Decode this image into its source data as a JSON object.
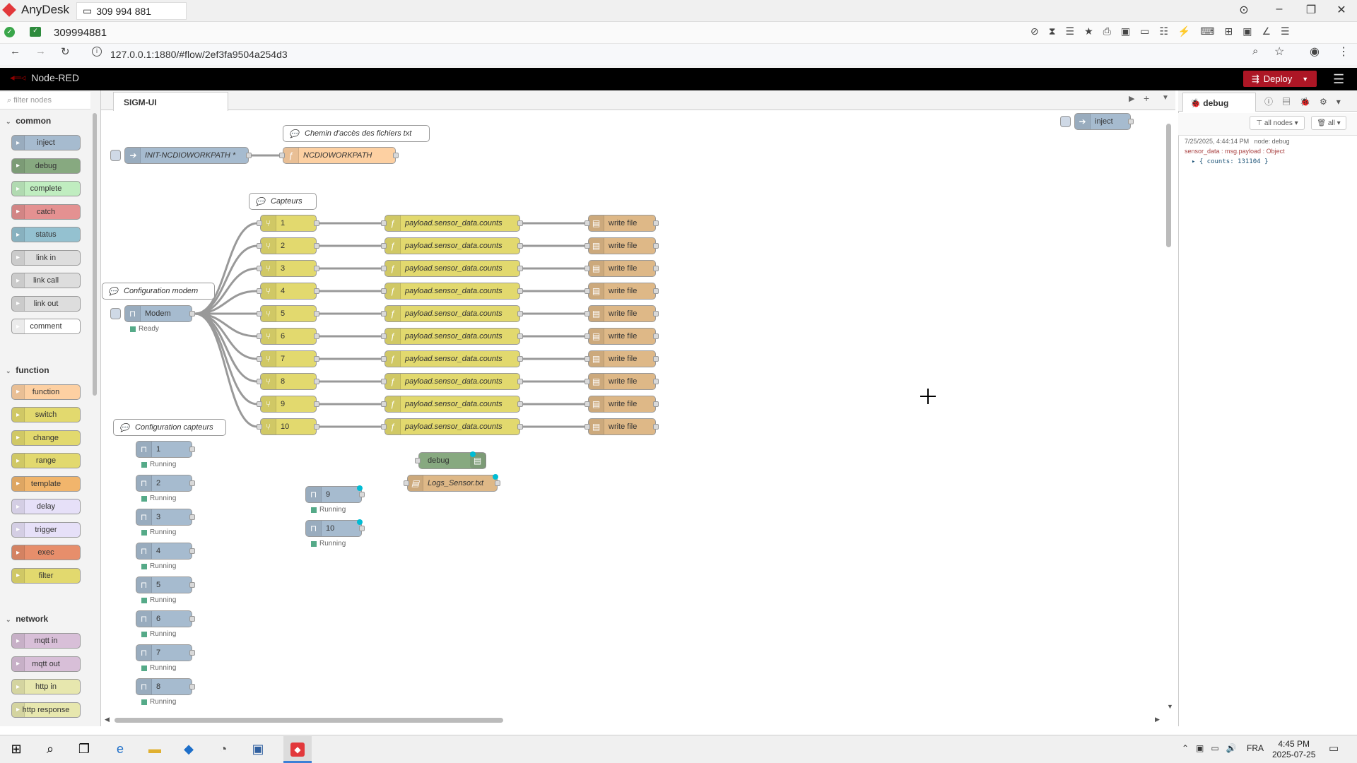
{
  "anydesk": {
    "app_title": "AnyDesk",
    "tab_label": "309 994 881",
    "remote_id": "309994881"
  },
  "browser": {
    "url": "127.0.0.1:1880/#flow/2ef3fa9504a254d3"
  },
  "nodered": {
    "title": "Node-RED",
    "deploy_label": "Deploy"
  },
  "palette": {
    "filter_placeholder": "filter nodes",
    "categories": [
      {
        "name": "common",
        "nodes": [
          "inject",
          "debug",
          "complete",
          "catch",
          "status",
          "link in",
          "link call",
          "link out",
          "comment"
        ]
      },
      {
        "name": "function",
        "nodes": [
          "function",
          "switch",
          "change",
          "range",
          "template",
          "delay",
          "trigger",
          "exec",
          "filter"
        ]
      },
      {
        "name": "network",
        "nodes": [
          "mqtt in",
          "mqtt out",
          "http in",
          "http response"
        ]
      }
    ]
  },
  "workspace": {
    "flow_tab": "SIGM-UI",
    "comments": {
      "chemin": "Chemin d'accès des fichiers txt",
      "capteurs": "Capteurs",
      "config_modem": "Configuration modem",
      "config_capteurs": "Configuration capteurs"
    },
    "init_node": "INIT-NCDIOWORKPATH *",
    "func_node": "NCDIOWORKPATH",
    "modem_node": "Modem",
    "modem_status": "Ready",
    "inject_node": "inject",
    "debug_node": "debug",
    "logs_node": "Logs_Sensor.txt",
    "switch_labels": [
      "1",
      "2",
      "3",
      "4",
      "5",
      "6",
      "7",
      "8",
      "9",
      "10"
    ],
    "change_label": "payload.sensor_data.counts",
    "write_label": "write file",
    "sensor_labels": [
      "1",
      "2",
      "3",
      "4",
      "5",
      "6",
      "7",
      "8"
    ],
    "sensor_extra": [
      "9",
      "10"
    ],
    "running": "Running"
  },
  "sidebar": {
    "tab": "debug",
    "filter_nodes": "all nodes",
    "filter_all": "all",
    "msg_time": "7/25/2025, 4:44:14 PM",
    "msg_node": "node: debug",
    "msg_topic": "sensor_data : msg.payload : Object",
    "msg_payload": "{ counts: 131104 }"
  },
  "taskbar": {
    "lang": "FRA",
    "time": "4:45 PM",
    "date": "2025-07-25"
  },
  "colors": {
    "inject": "#a6bbcf",
    "debug": "#87a980",
    "complete": "#c0edc0",
    "catch": "#e49191",
    "status": "#94c1d0",
    "link": "#dddddd",
    "function": "#fdd0a2",
    "switch": "#e2d96e",
    "change": "#e2d96e",
    "range": "#e2d96e",
    "template": "#f1b56c",
    "delay": "#e6e0f8",
    "trigger": "#e6e0f8",
    "exec": "#e78e6b",
    "filter": "#e2d96e",
    "mqtt": "#d8bfd8",
    "http": "#e7e7ae",
    "write": "#deb887",
    "deploy": "#ad1625"
  }
}
